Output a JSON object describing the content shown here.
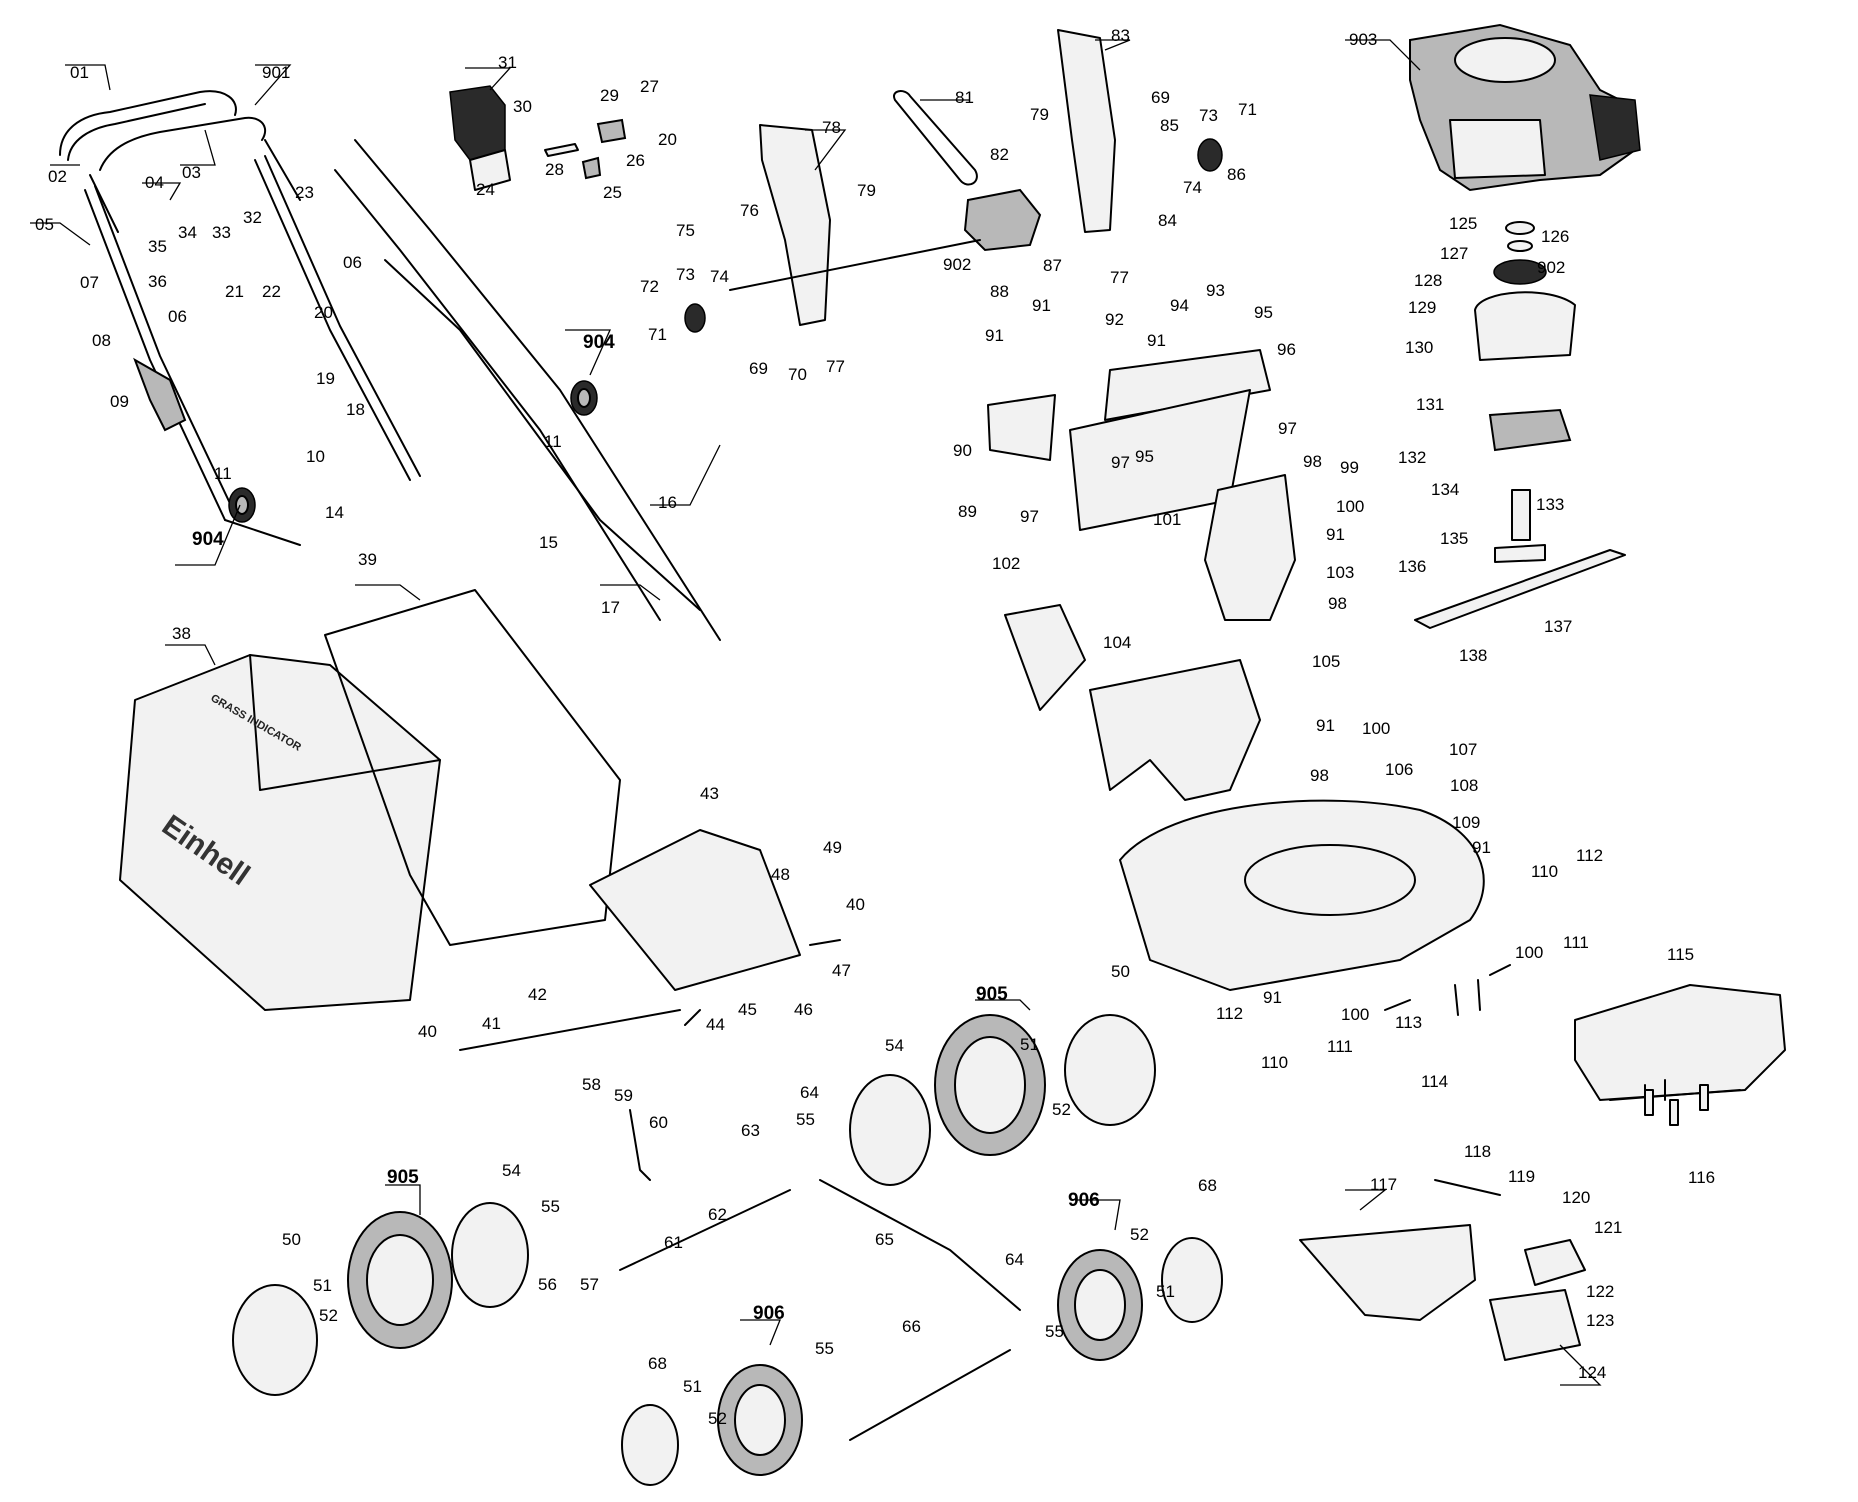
{
  "brand": {
    "logo_text": "Einhell",
    "bag_label": "GRASS INDICATOR"
  },
  "callouts": [
    {
      "id": "01"
    },
    {
      "id": "901"
    },
    {
      "id": "02"
    },
    {
      "id": "03"
    },
    {
      "id": "04"
    },
    {
      "id": "05"
    },
    {
      "id": "34"
    },
    {
      "id": "33"
    },
    {
      "id": "32"
    },
    {
      "id": "35"
    },
    {
      "id": "36"
    },
    {
      "id": "21"
    },
    {
      "id": "22"
    },
    {
      "id": "07"
    },
    {
      "id": "06"
    },
    {
      "id": "08"
    },
    {
      "id": "09"
    },
    {
      "id": "23"
    },
    {
      "id": "06"
    },
    {
      "id": "20"
    },
    {
      "id": "19"
    },
    {
      "id": "18"
    },
    {
      "id": "31"
    },
    {
      "id": "30"
    },
    {
      "id": "29"
    },
    {
      "id": "27"
    },
    {
      "id": "20"
    },
    {
      "id": "26"
    },
    {
      "id": "24"
    },
    {
      "id": "28"
    },
    {
      "id": "25"
    },
    {
      "id": "11"
    },
    {
      "id": "10"
    },
    {
      "id": "904"
    },
    {
      "id": "14"
    },
    {
      "id": "904"
    },
    {
      "id": "11"
    },
    {
      "id": "15"
    },
    {
      "id": "16"
    },
    {
      "id": "17"
    },
    {
      "id": "81"
    },
    {
      "id": "78"
    },
    {
      "id": "79"
    },
    {
      "id": "76"
    },
    {
      "id": "75"
    },
    {
      "id": "73"
    },
    {
      "id": "74"
    },
    {
      "id": "72"
    },
    {
      "id": "71"
    },
    {
      "id": "69"
    },
    {
      "id": "70"
    },
    {
      "id": "77"
    },
    {
      "id": "83"
    },
    {
      "id": "69"
    },
    {
      "id": "79"
    },
    {
      "id": "85"
    },
    {
      "id": "73"
    },
    {
      "id": "71"
    },
    {
      "id": "82"
    },
    {
      "id": "74"
    },
    {
      "id": "86"
    },
    {
      "id": "84"
    },
    {
      "id": "902"
    },
    {
      "id": "87"
    },
    {
      "id": "88"
    },
    {
      "id": "77"
    },
    {
      "id": "903"
    },
    {
      "id": "125"
    },
    {
      "id": "126"
    },
    {
      "id": "127"
    },
    {
      "id": "902"
    },
    {
      "id": "128"
    },
    {
      "id": "129"
    },
    {
      "id": "130"
    },
    {
      "id": "131"
    },
    {
      "id": "132"
    },
    {
      "id": "134"
    },
    {
      "id": "133"
    },
    {
      "id": "135"
    },
    {
      "id": "136"
    },
    {
      "id": "137"
    },
    {
      "id": "138"
    },
    {
      "id": "91"
    },
    {
      "id": "92"
    },
    {
      "id": "94"
    },
    {
      "id": "93"
    },
    {
      "id": "95"
    },
    {
      "id": "91"
    },
    {
      "id": "96"
    },
    {
      "id": "91"
    },
    {
      "id": "90"
    },
    {
      "id": "97"
    },
    {
      "id": "95"
    },
    {
      "id": "97"
    },
    {
      "id": "89"
    },
    {
      "id": "97"
    },
    {
      "id": "98"
    },
    {
      "id": "99"
    },
    {
      "id": "100"
    },
    {
      "id": "101"
    },
    {
      "id": "91"
    },
    {
      "id": "102"
    },
    {
      "id": "103"
    },
    {
      "id": "98"
    },
    {
      "id": "104"
    },
    {
      "id": "105"
    },
    {
      "id": "91"
    },
    {
      "id": "100"
    },
    {
      "id": "107"
    },
    {
      "id": "98"
    },
    {
      "id": "106"
    },
    {
      "id": "108"
    },
    {
      "id": "109"
    },
    {
      "id": "91"
    },
    {
      "id": "110"
    },
    {
      "id": "112"
    },
    {
      "id": "100"
    },
    {
      "id": "111"
    },
    {
      "id": "115"
    },
    {
      "id": "91"
    },
    {
      "id": "100"
    },
    {
      "id": "112"
    },
    {
      "id": "113"
    },
    {
      "id": "110"
    },
    {
      "id": "111"
    },
    {
      "id": "114"
    },
    {
      "id": "116"
    },
    {
      "id": "39"
    },
    {
      "id": "38"
    },
    {
      "id": "43"
    },
    {
      "id": "48"
    },
    {
      "id": "49"
    },
    {
      "id": "40"
    },
    {
      "id": "47"
    },
    {
      "id": "42"
    },
    {
      "id": "45"
    },
    {
      "id": "46"
    },
    {
      "id": "44"
    },
    {
      "id": "40"
    },
    {
      "id": "41"
    },
    {
      "id": "50"
    },
    {
      "id": "905"
    },
    {
      "id": "54"
    },
    {
      "id": "51"
    },
    {
      "id": "52"
    },
    {
      "id": "58"
    },
    {
      "id": "59"
    },
    {
      "id": "64"
    },
    {
      "id": "55"
    },
    {
      "id": "60"
    },
    {
      "id": "63"
    },
    {
      "id": "905"
    },
    {
      "id": "54"
    },
    {
      "id": "55"
    },
    {
      "id": "62"
    },
    {
      "id": "61"
    },
    {
      "id": "56"
    },
    {
      "id": "57"
    },
    {
      "id": "65"
    },
    {
      "id": "50"
    },
    {
      "id": "51"
    },
    {
      "id": "52"
    },
    {
      "id": "906"
    },
    {
      "id": "68"
    },
    {
      "id": "52"
    },
    {
      "id": "51"
    },
    {
      "id": "64"
    },
    {
      "id": "55"
    },
    {
      "id": "906"
    },
    {
      "id": "55"
    },
    {
      "id": "66"
    },
    {
      "id": "68"
    },
    {
      "id": "51"
    },
    {
      "id": "52"
    },
    {
      "id": "118"
    },
    {
      "id": "117"
    },
    {
      "id": "119"
    },
    {
      "id": "120"
    },
    {
      "id": "121"
    },
    {
      "id": "122"
    },
    {
      "id": "123"
    },
    {
      "id": "124"
    }
  ]
}
